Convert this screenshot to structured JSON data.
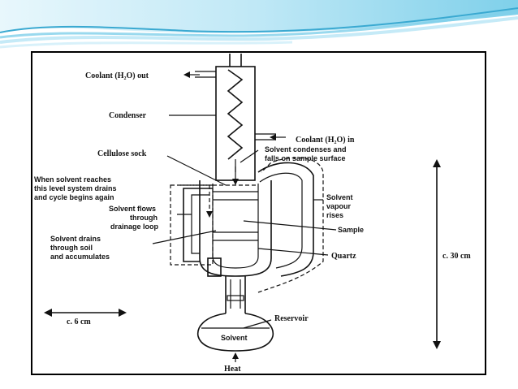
{
  "labels": {
    "coolant_out": "Coolant (H₂O) out",
    "condenser": "Condenser",
    "coolant_in": "Coolant (H₂O) in",
    "cellulose_sock": "Cellulose sock",
    "condenses_line1": "Solvent condenses and",
    "condenses_line2": "falls on sample surface",
    "drain_level_line1": "When solvent reaches",
    "drain_level_line2": "this level system drains",
    "drain_level_line3": "and cycle begins again",
    "vapour_line1": "Solvent",
    "vapour_line2": "vapour",
    "vapour_line3": "rises",
    "flows_line1": "Solvent flows",
    "flows_line2": "through",
    "flows_line3": "drainage loop",
    "sample": "Sample",
    "drains_line1": "Solvent drains",
    "drains_line2": "through soil",
    "drains_line3": "and accumulates",
    "quartz": "Quartz",
    "height_scale": "c. 30 cm",
    "width_scale": "c. 6 cm",
    "reservoir": "Reservoir",
    "solvent": "Solvent",
    "heat": "Heat"
  },
  "colors": {
    "banner_light": "#cfeef8",
    "banner_mid": "#7fd0ea",
    "banner_dark": "#3aa9d1",
    "frame": "#000000"
  }
}
